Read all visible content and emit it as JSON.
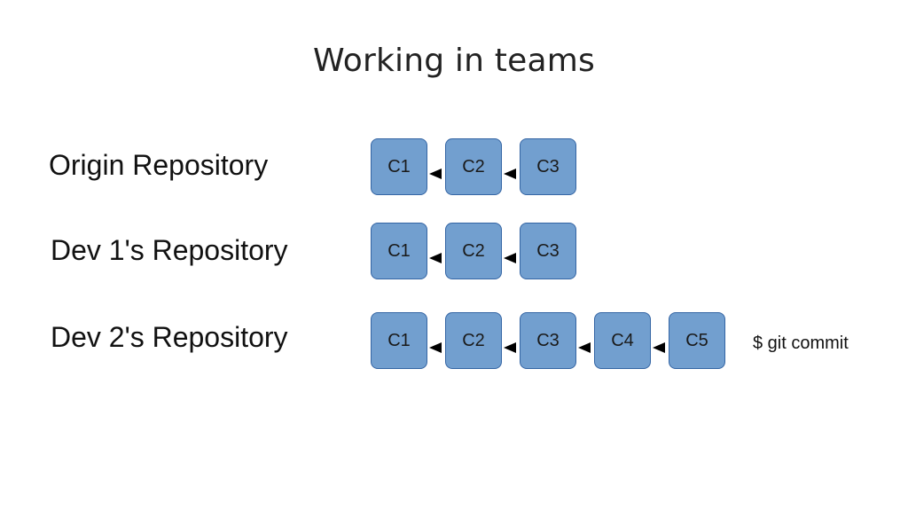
{
  "title": "Working in teams",
  "repositories": [
    {
      "label": "Origin Repository",
      "commits": [
        "C1",
        "C2",
        "C3"
      ]
    },
    {
      "label": "Dev 1's Repository",
      "commits": [
        "C1",
        "C2",
        "C3"
      ]
    },
    {
      "label": "Dev 2's Repository",
      "commits": [
        "C1",
        "C2",
        "C3",
        "C4",
        "C5"
      ]
    }
  ],
  "command": "$ git commit",
  "colors": {
    "commit_fill": "#729fcf",
    "commit_border": "#3465a4",
    "arrow": "#000000"
  }
}
